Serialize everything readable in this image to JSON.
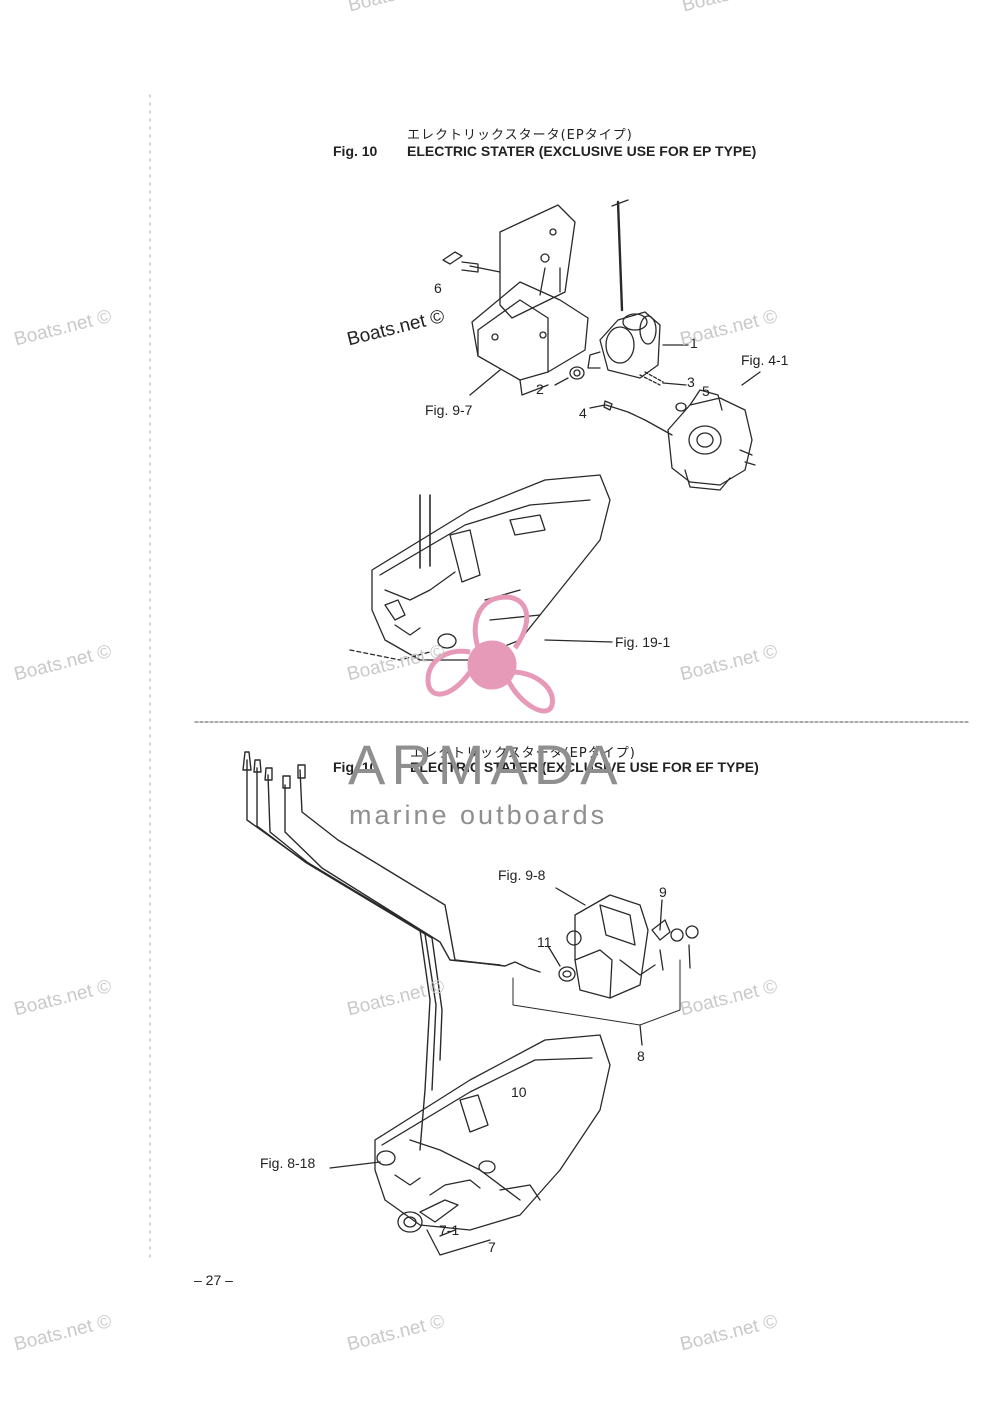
{
  "page": {
    "top_section": {
      "jp_title": "エレクトリックスタータ(EPタイプ)",
      "fig_number": "Fig. 10",
      "fig_title": "ELECTRIC STATER (EXCLUSIVE USE FOR EP TYPE)"
    },
    "bottom_section": {
      "jp_title": "エレクトリックスタータ(EPタイプ)",
      "fig_number": "Fig. 10",
      "fig_title": "ELECTRIC STATER (EXCLUSIVE USE FOR EF TYPE)"
    },
    "page_number": "– 27 –"
  },
  "callouts_top": {
    "p1": "1",
    "p2": "2",
    "p3": "3",
    "p4": "4",
    "p5": "5",
    "p6": "6",
    "fig_9_7": "Fig. 9-7",
    "fig_4_1": "Fig. 4-1",
    "fig_19_1": "Fig. 19-1"
  },
  "callouts_bottom": {
    "fig_9_8": "Fig. 9-8",
    "p7": "7",
    "p7_1": "7-1",
    "p8": "8",
    "p9": "9",
    "p10": "10",
    "p11": "11",
    "fig_8_18": "Fig. 8-18"
  },
  "watermarks": {
    "boats_net": "Boats.net ©"
  },
  "brand": {
    "name": "ARMADA",
    "tagline": "marine outboards",
    "logo_color": "#e79ab8"
  }
}
